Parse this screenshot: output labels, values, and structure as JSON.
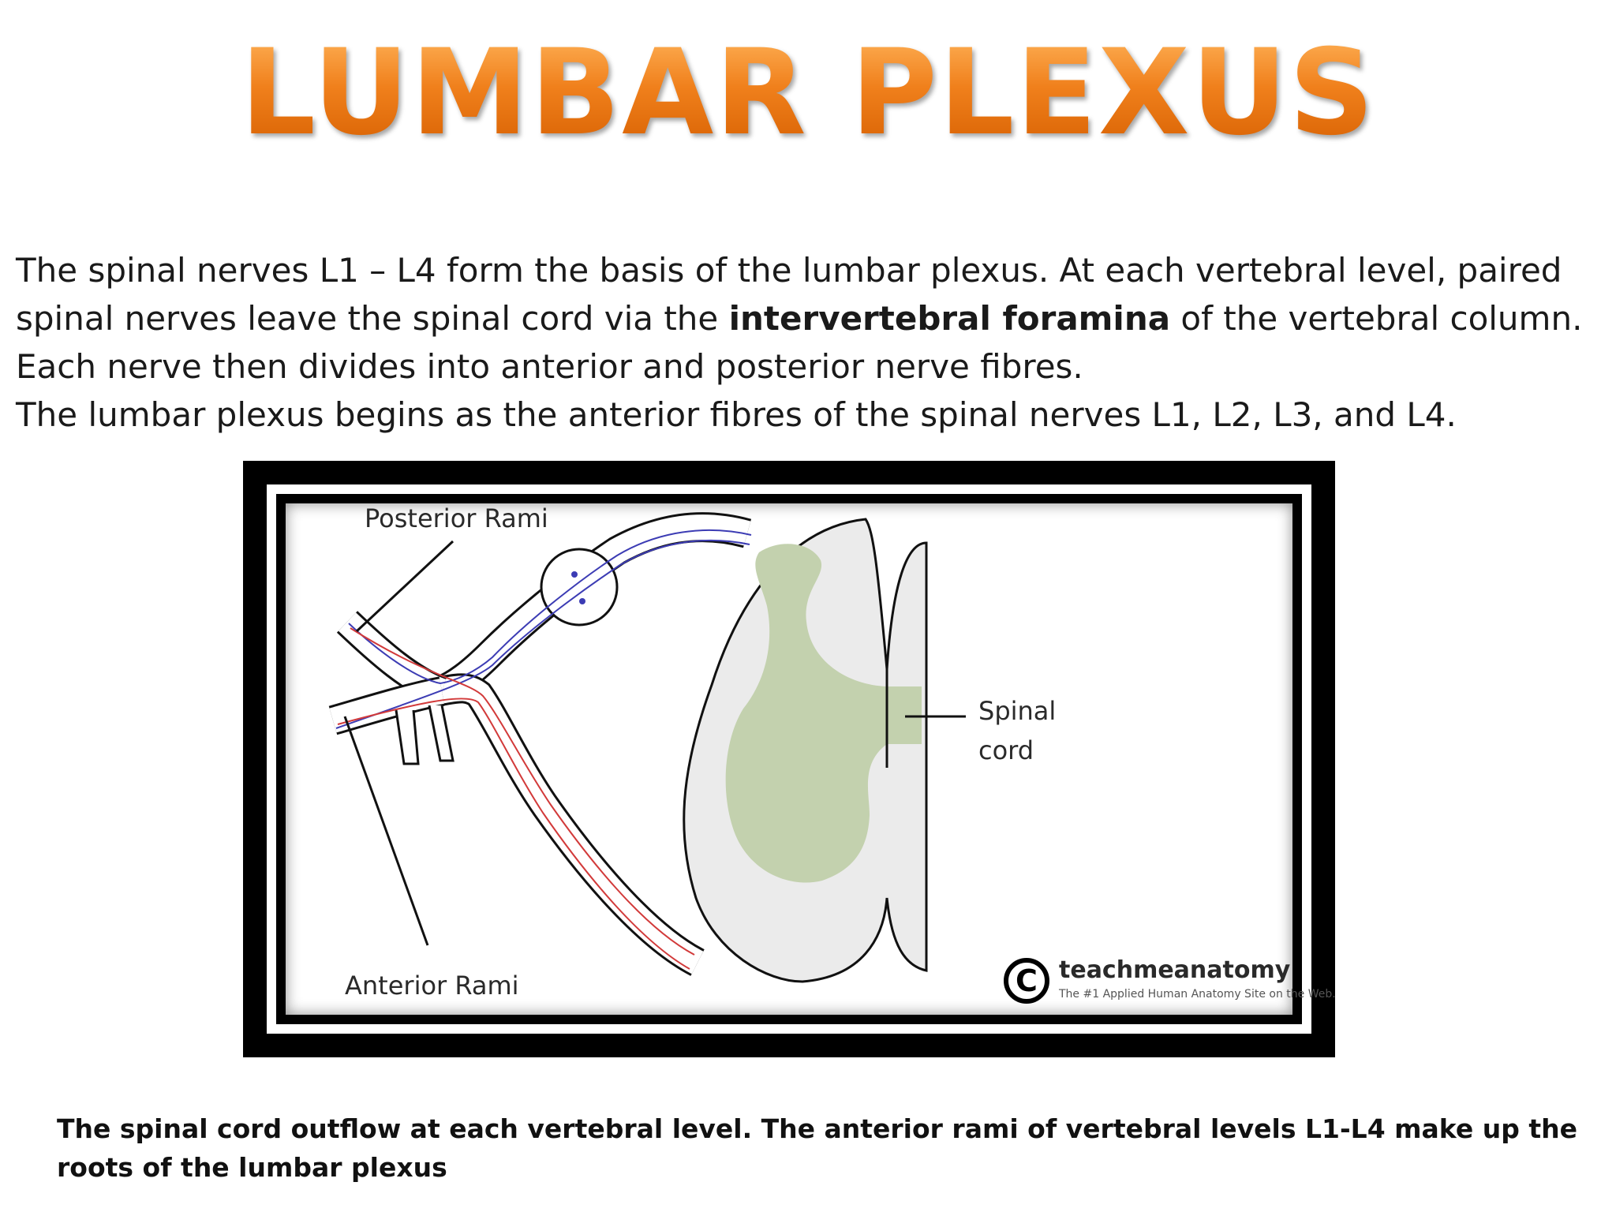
{
  "slide": {
    "title": "LUMBAR PLEXUS",
    "intro": {
      "line1_before": "The spinal nerves L1 – L4 form the basis of the lumbar plexus. At each vertebral level, paired spinal nerves leave the spinal cord via the ",
      "line1_bold": "intervertebral foramina",
      "line1_after": " of the vertebral column. Each nerve then divides into anterior and posterior nerve fibres.",
      "line2": "The lumbar plexus begins as the anterior fibres of the spinal nerves L1, L2, L3, and L4."
    },
    "figure": {
      "labels": {
        "posterior_rami": "Posterior Rami",
        "anterior_rami": "Anterior Rami",
        "spinal_cord_line1": "Spinal",
        "spinal_cord_line2": "cord"
      },
      "brand": {
        "logo_symbol": "C",
        "name": "teachmeanatomy",
        "tagline": "The #1 Applied Human Anatomy Site on the Web."
      },
      "colors": {
        "grey_matter": "#c3d1ae",
        "white_matter": "#ebebeb",
        "motor_fibre": "#d23a3a",
        "sensory_fibre": "#3c3cb4",
        "frame": "#000000"
      }
    },
    "caption": "The spinal cord outflow at each vertebral level. The anterior rami of vertebral levels L1-L4 make up the roots of the lumbar plexus"
  }
}
